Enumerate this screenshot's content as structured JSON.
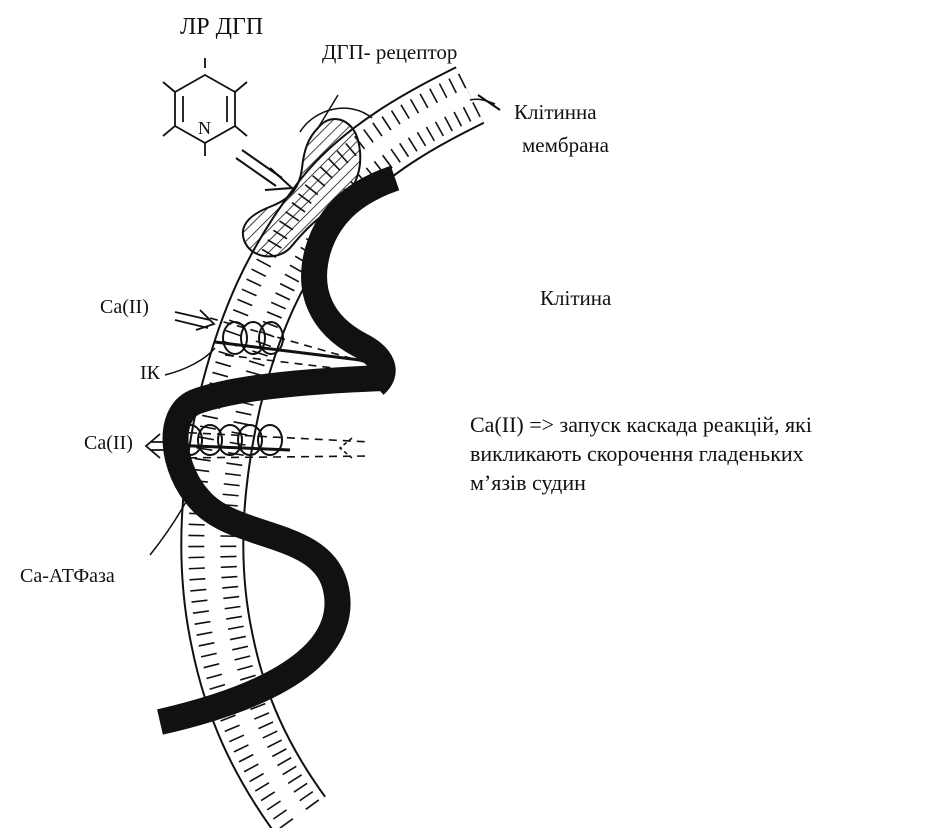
{
  "labels": {
    "ligand": "ЛР ДГП",
    "receptor": "ДГП- рецептор",
    "membrane_line1": "Клітинна",
    "membrane_line2": "мембрана",
    "cell": "Клітина",
    "ca_upper": "Ca(II)",
    "ion_channel": "ІК",
    "ca_lower": "Ca(II)",
    "ca_atpase": "Ca-АТФаза"
  },
  "effect_text": {
    "line1": "Ca(II) => запуск каскада реакцій, які",
    "line2": "викликають скорочення гладеньких",
    "line3": "м’язів  судин"
  },
  "colors": {
    "ink": "#111111",
    "background": "#ffffff"
  }
}
